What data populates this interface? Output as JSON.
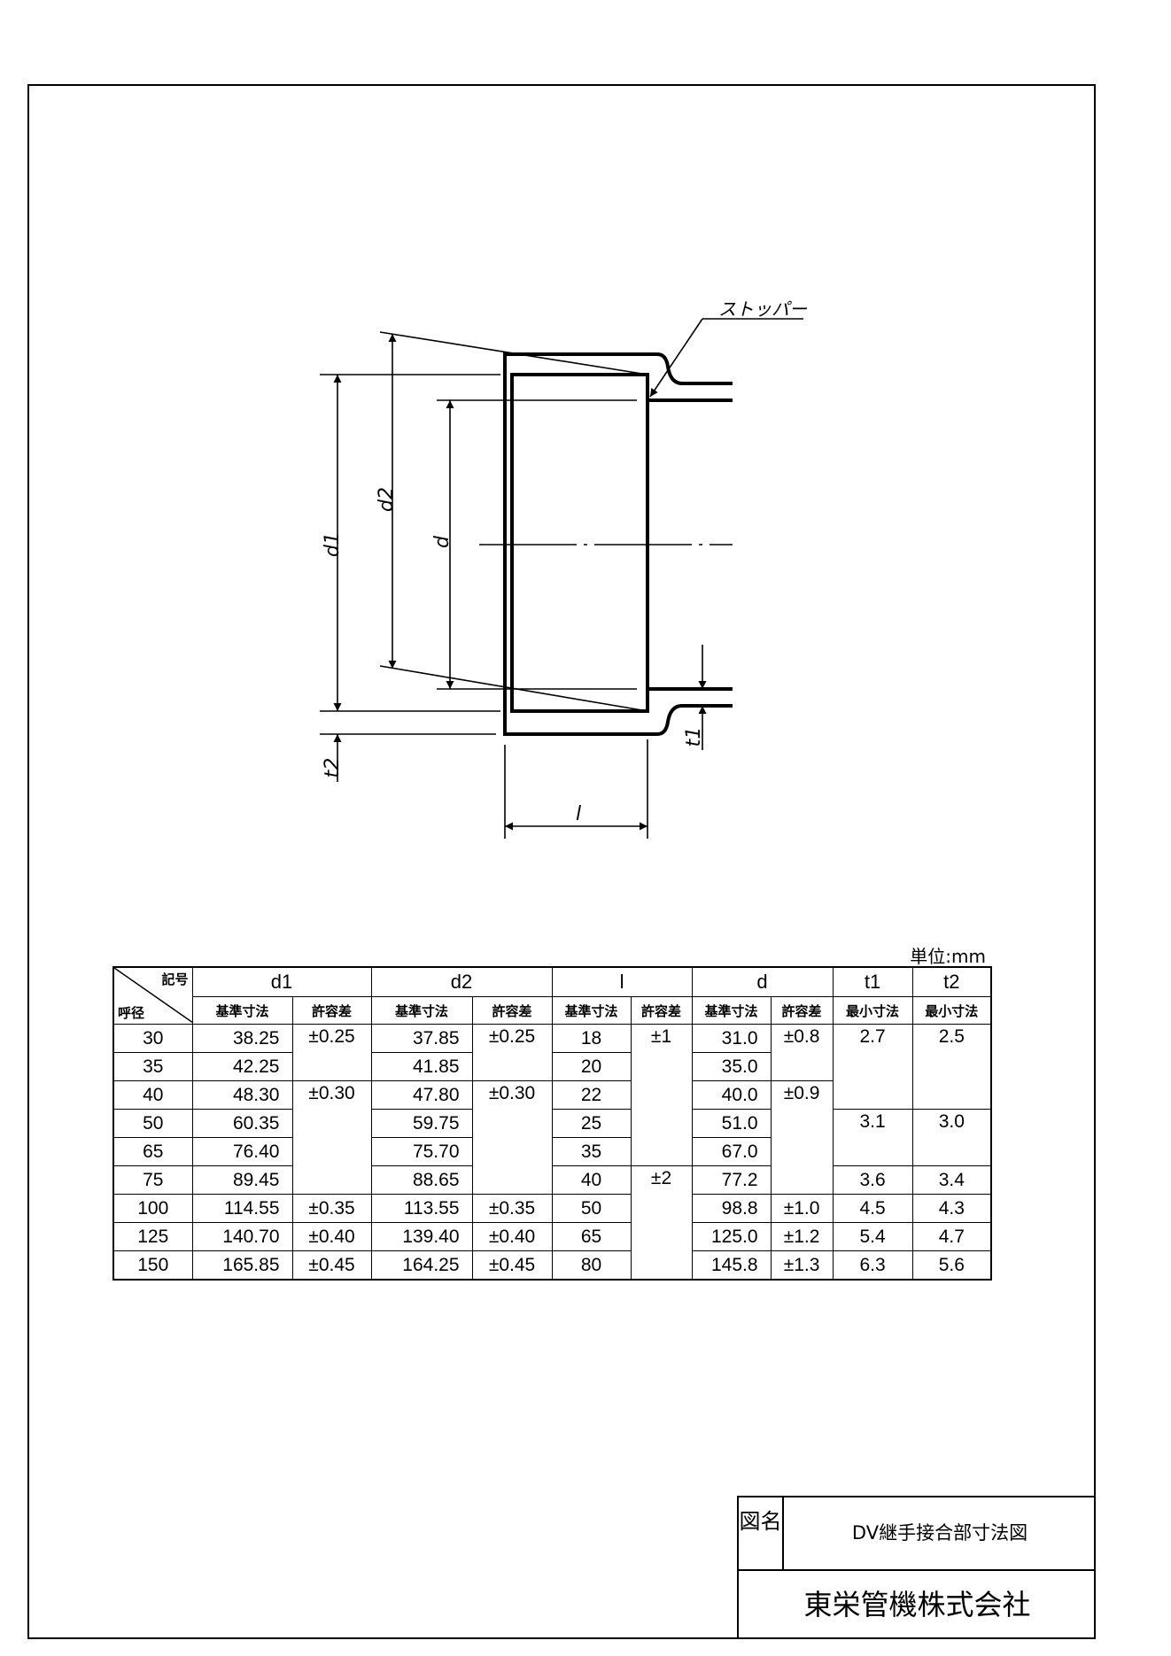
{
  "drawing": {
    "labels": {
      "d1": "d1",
      "d2": "d2",
      "d": "d",
      "t1": "t1",
      "t2": "t2",
      "l": "l",
      "stopper": "ストッパー"
    }
  },
  "unit_label": "単位:mm",
  "table": {
    "corner_top": "記号",
    "corner_bottom": "呼径",
    "groups": [
      "d1",
      "d2",
      "l",
      "d",
      "t1",
      "t2"
    ],
    "subheaders": [
      "基準寸法",
      "許容差",
      "基準寸法",
      "許容差",
      "基準寸法",
      "許容差",
      "基準寸法",
      "許容差",
      "最小寸法",
      "最小寸法"
    ],
    "rows": [
      [
        "30",
        "38.25",
        "±0.25",
        "37.85",
        "±0.25",
        "18",
        "±1",
        "31.0",
        "±0.8",
        "2.7",
        "2.5"
      ],
      [
        "35",
        "42.25",
        null,
        "41.85",
        null,
        "20",
        null,
        "35.0",
        null,
        null,
        null
      ],
      [
        "40",
        "48.30",
        "±0.30",
        "47.80",
        "±0.30",
        "22",
        null,
        "40.0",
        "±0.9",
        null,
        null
      ],
      [
        "50",
        "60.35",
        null,
        "59.75",
        null,
        "25",
        null,
        "51.0",
        null,
        "3.1",
        "3.0"
      ],
      [
        "65",
        "76.40",
        null,
        "75.70",
        null,
        "35",
        null,
        "67.0",
        null,
        null,
        null
      ],
      [
        "75",
        "89.45",
        null,
        "88.65",
        null,
        "40",
        "±2",
        "77.2",
        null,
        "3.6",
        "3.4"
      ],
      [
        "100",
        "114.55",
        "±0.35",
        "113.55",
        "±0.35",
        "50",
        null,
        "98.8",
        "±1.0",
        "4.5",
        "4.3"
      ],
      [
        "125",
        "140.70",
        "±0.40",
        "139.40",
        "±0.40",
        "65",
        null,
        "125.0",
        "±1.2",
        "5.4",
        "4.7"
      ],
      [
        "150",
        "165.85",
        "±0.45",
        "164.25",
        "±0.45",
        "80",
        null,
        "145.8",
        "±1.3",
        "6.3",
        "5.6"
      ]
    ]
  },
  "title_block": {
    "label": "図名",
    "title": "DV継手接合部寸法図",
    "company": "東栄管機株式会社"
  }
}
